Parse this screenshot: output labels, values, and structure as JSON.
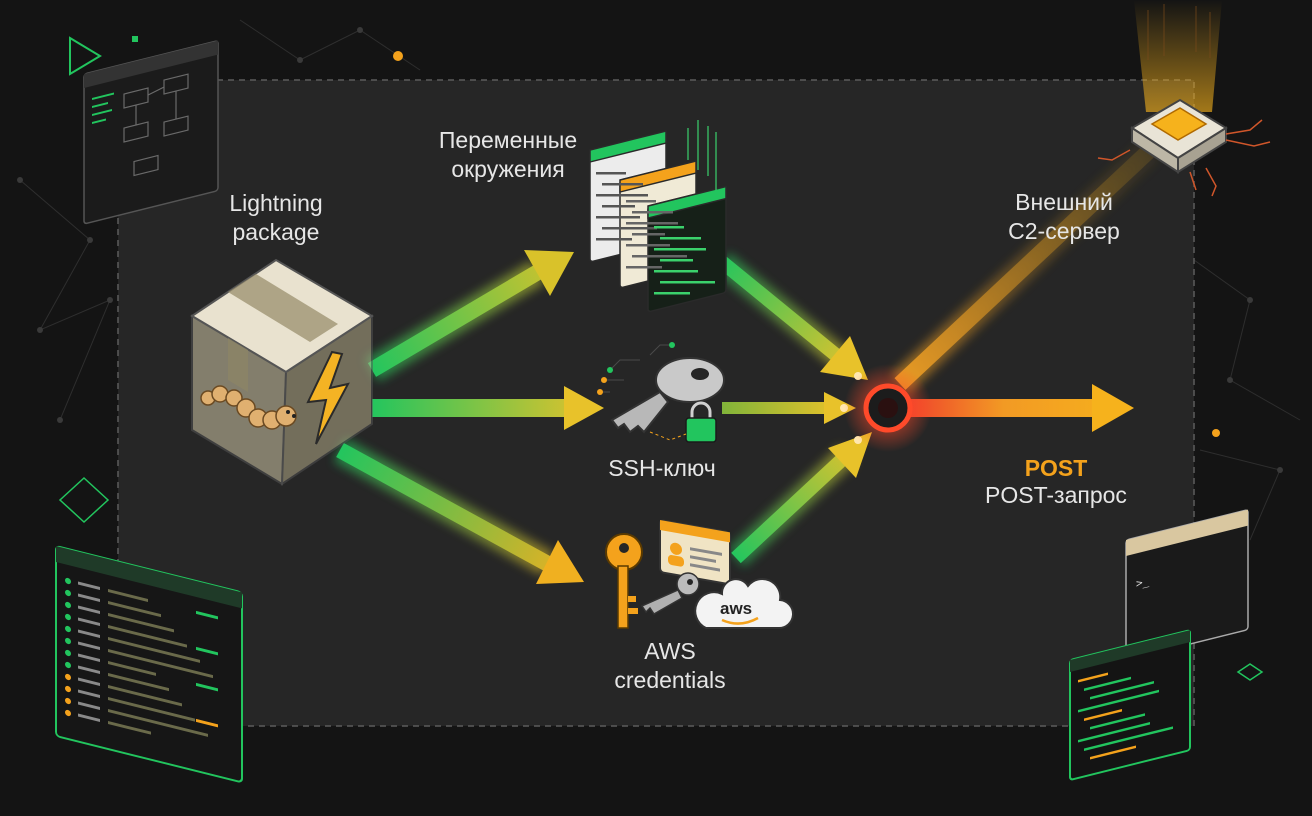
{
  "labels": {
    "package": [
      "Lightning",
      "package"
    ],
    "env": [
      "Переменные",
      "окружения"
    ],
    "ssh": "SSH-ключ",
    "aws": [
      "AWS",
      "credentials"
    ],
    "c2": [
      "Внешний",
      "C2-сервер"
    ],
    "post_title": "POST",
    "post_sub": "POST-запрос"
  },
  "icons": {
    "package": "package-box-icon",
    "worm": "worm-icon",
    "bolt": "lightning-bolt-icon",
    "env": "env-files-icon",
    "ssh": "ssh-key-icon",
    "lock": "padlock-icon",
    "aws": "aws-keys-icon",
    "id_card": "id-card-icon",
    "aws_cloud_text": "aws",
    "hub": "collector-hub-icon",
    "c2": "c2-server-chip-icon"
  },
  "colors": {
    "background": "#141414",
    "panel": "#262626",
    "green": "#22c55e",
    "amber": "#f4a21c",
    "red": "#ef3b2c",
    "text": "#e6e6e6"
  },
  "terminal": {
    "prompt": ">_"
  }
}
